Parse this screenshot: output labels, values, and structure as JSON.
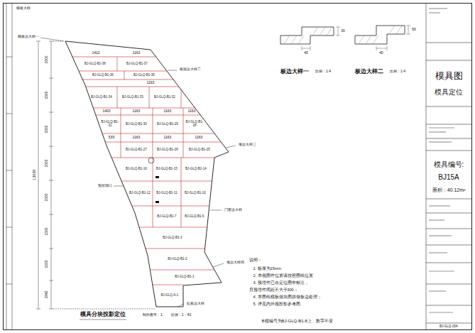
{
  "diagram": {
    "nodes": [
      {
        "text": [
          "BJ-GLQ-B1-38"
        ]
      },
      {
        "text": [
          "BJ-GLQ-B1-37"
        ]
      },
      {
        "text": [
          "BJ-GLQ-B1-36"
        ]
      },
      {
        "text": [
          "BJ-GLQ-B1-35"
        ]
      },
      {
        "text": [
          "BJ-GLQ-B1-34"
        ]
      },
      {
        "text": [
          "BJ-GLQ-B1-33"
        ]
      },
      {
        "text": [
          "BJ-GLQ-B1-32"
        ]
      },
      {
        "text": [
          "BJ-GLQ-B1-31"
        ]
      },
      {
        "text": [
          "BJ-GLQ-B1-30"
        ]
      },
      {
        "text": [
          "BJ-GLQ-B1-29"
        ]
      },
      {
        "text": [
          "BJ-GLQ-B1-28"
        ]
      },
      {
        "text": [
          "BJ-GLQ-B1-27"
        ]
      },
      {
        "text": [
          "BJ-GLQ-B1-26"
        ]
      },
      {
        "text": [
          "BJ-GLQ-B1-25"
        ]
      },
      {
        "text": [
          "BJ-GLQ-B1-16"
        ]
      },
      {
        "text": [
          "BJ-GLQ-B1-15"
        ]
      },
      {
        "text": [
          "BJ-GLQ-B1-14"
        ]
      },
      {
        "text": [
          "BJ-GLQ-B1-12"
        ]
      },
      {
        "text": [
          "BJ-GLQ-B1-11"
        ]
      },
      {
        "text": [
          "BJ-GLQ-B1-10"
        ]
      },
      {
        "text": [
          "BJ-GLQ-B1-7"
        ]
      },
      {
        "text": [
          "BJ-GLQ-B1-6"
        ]
      },
      {
        "text": [
          "BJ-GLQ-B1-3"
        ]
      },
      {
        "text": [
          "BJ-GLQ-B1-2"
        ]
      },
      {
        "text": [
          "BJ-GLQ-B1-1"
        ]
      },
      {
        "text": [
          "BJ-GLQ-A-1"
        ]
      }
    ],
    "labels": [
      "模板大样",
      "模板边大样一",
      "1412",
      "1163",
      "1163",
      "1403",
      "1163",
      "1163",
      "1163",
      "539",
      "1163",
      "1163",
      "1163",
      "1500",
      "1500",
      "1500",
      "1500",
      "1500",
      "1500",
      "1500",
      "1942",
      "13030",
      "板面边大样二",
      "墙边大样三",
      "预留洞口",
      "门窗边大样",
      "墙边大样四",
      "乱板边大样",
      "模具分块投影定位",
      "制作图号：1",
      "比例：1：40",
      "说明：",
      "1. 板厚为15mm",
      "2. 本视图件位置请按照图纸位置",
      "3. 预埋件已在定位图中标注，",
      "且预埋件间距不大于300；",
      "4. 本图纸模板做块图拼做板边处理；",
      "5. 详见内外视投影参考图",
      "B模编号为BJ-GLQ-B1-8上　数字不变",
      "板边大样一",
      "比例：1:4",
      "板边大样二",
      "比例：1:4",
      "40",
      "30",
      "40",
      "50",
      "模具图",
      "模具定位",
      "模具编号:",
      "BJ15A",
      "面积：40.12m²",
      "BJ-GLQ-15A"
    ]
  }
}
